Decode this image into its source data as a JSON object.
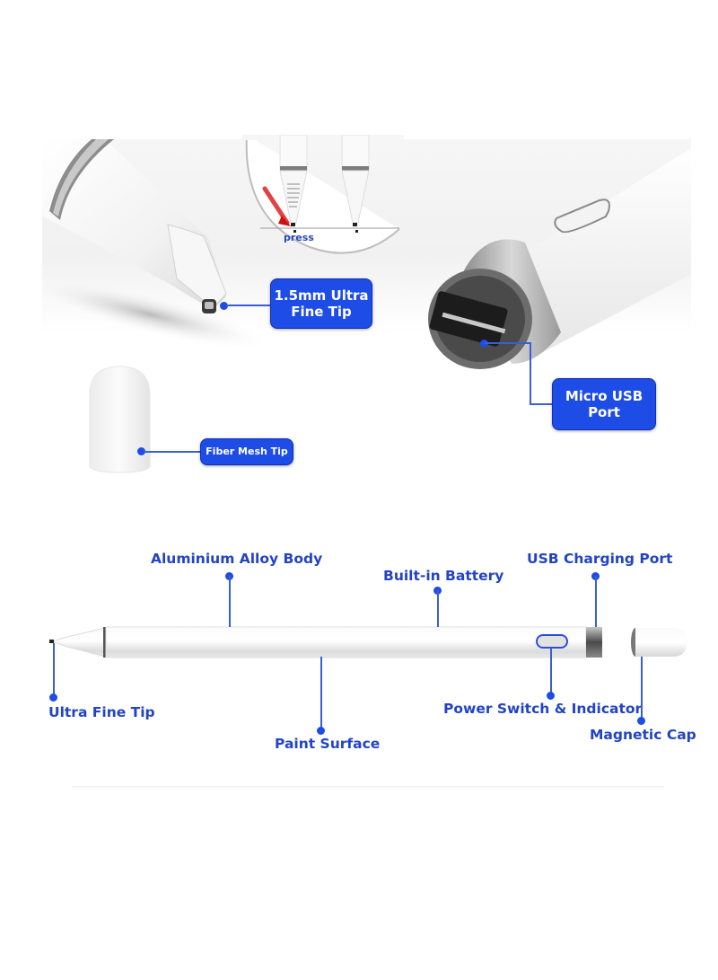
{
  "colors": {
    "accent_blue": "#1d4ce6",
    "label_blue": "#2244c4",
    "background": "#ffffff"
  },
  "top_section": {
    "inset": {
      "label": "press",
      "icon": "press-arrow-icon"
    },
    "callouts": [
      {
        "id": "tip",
        "line1": "1.5mm Ultra",
        "line2": "Fine Tip"
      },
      {
        "id": "usb",
        "line1": "Micro USB",
        "line2": "Port"
      },
      {
        "id": "mesh",
        "line1": "Fiber Mesh Tip"
      }
    ]
  },
  "bottom_section": {
    "labels": {
      "aluminium_body": "Aluminium Alloy Body",
      "built_in_battery": "Built-in Battery",
      "usb_charging_port": "USB Charging Port",
      "ultra_fine_tip": "Ultra Fine Tip",
      "paint_surface": "Paint Surface",
      "power_switch": "Power Switch & Indicator",
      "magnetic_cap": "Magnetic Cap"
    }
  }
}
